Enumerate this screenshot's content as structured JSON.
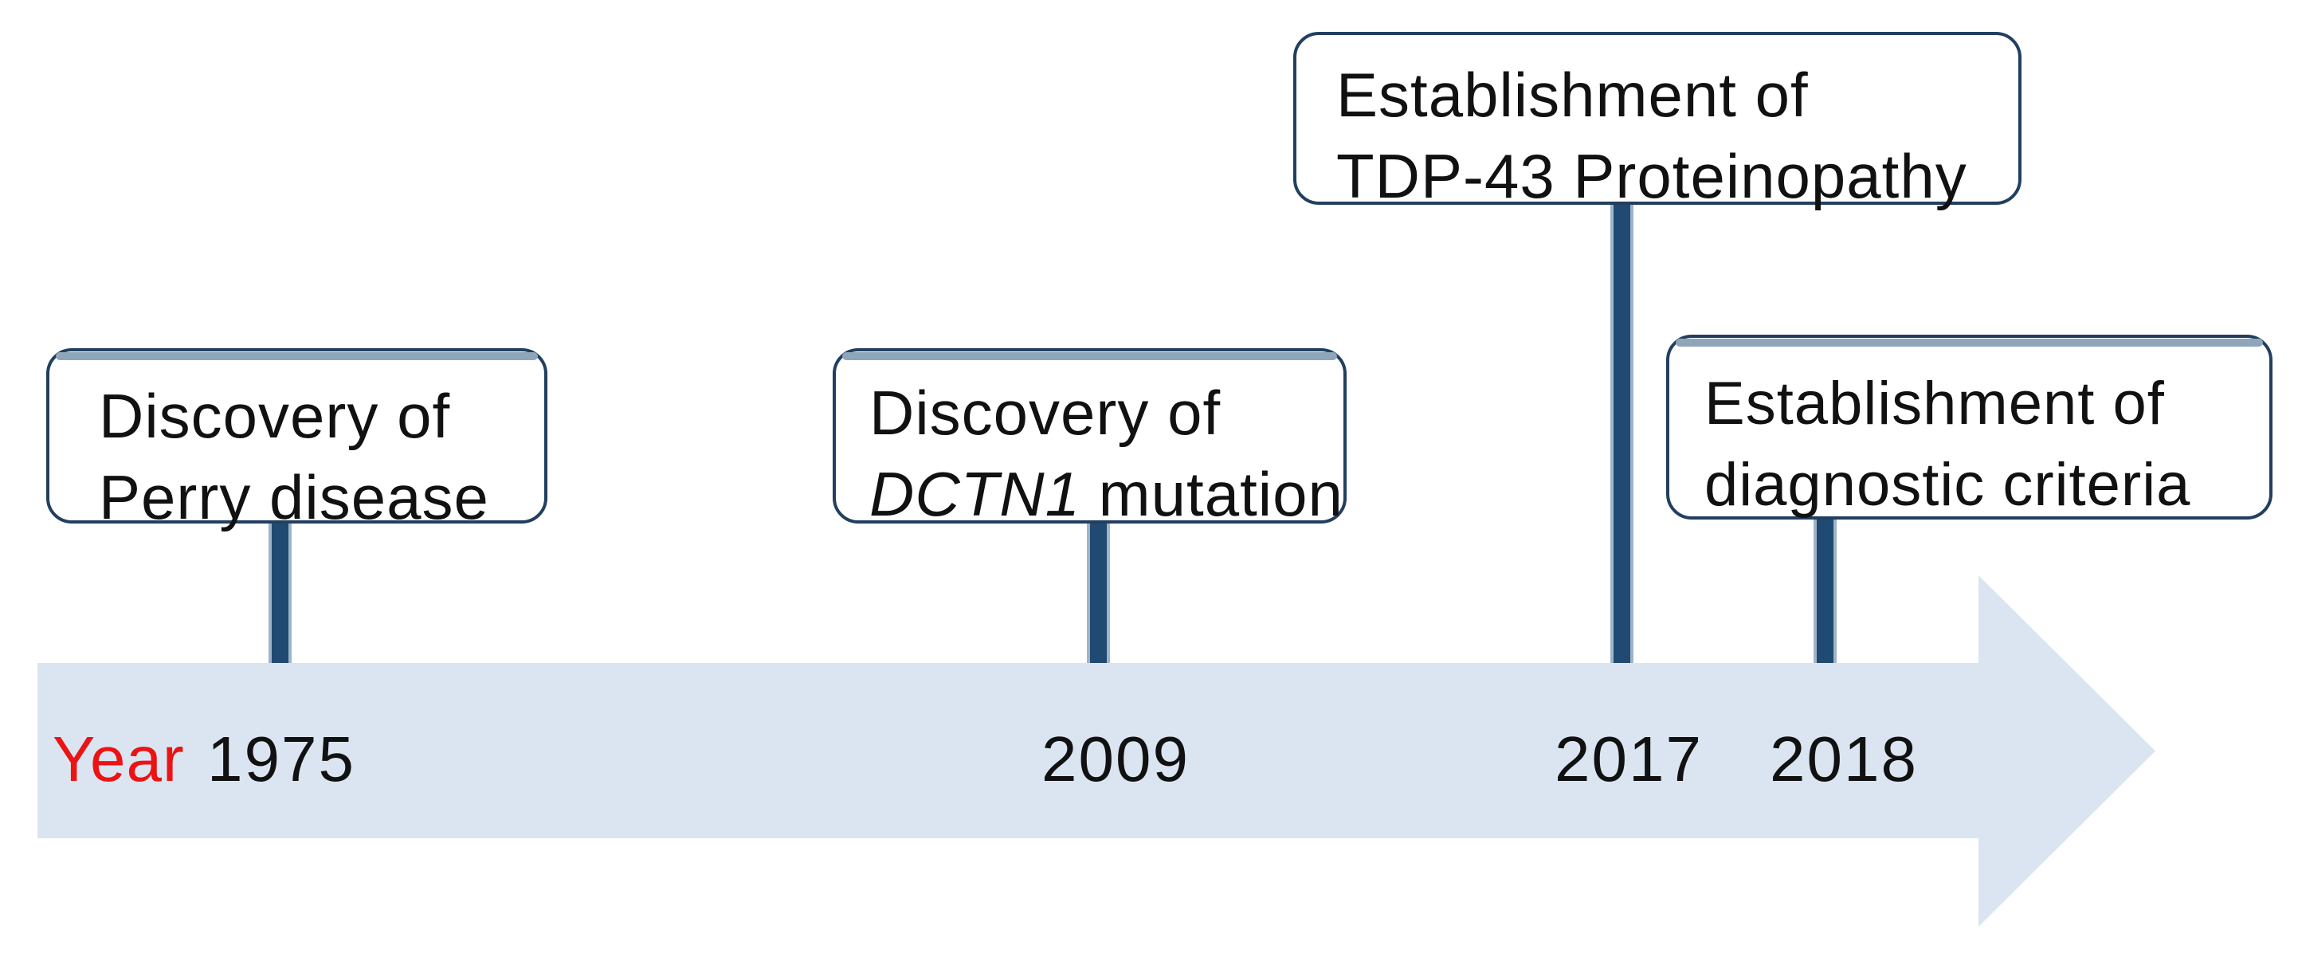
{
  "figure": {
    "type": "timeline",
    "axis_label": "Year",
    "events": [
      {
        "year": "1975",
        "line1": "Discovery of",
        "line2": "Perry disease"
      },
      {
        "year": "2009",
        "line1": "Discovery of",
        "gene": "DCTN1",
        "line2_rest": " mutation"
      },
      {
        "year": "2017",
        "line1": "Establishment of",
        "line2": "TDP-43 Proteinopathy"
      },
      {
        "year": "2018",
        "line1": "Establishment of",
        "line2": "diagnostic criteria"
      }
    ],
    "colors": {
      "arrow_fill": "#dbe5f1",
      "connector": "#204a72",
      "connector_edge": "#9fb4c8",
      "box_border": "#223f60",
      "box_top_highlight": "#8fa5ba",
      "text": "#111111",
      "year_label_red": "#ec1313"
    }
  }
}
